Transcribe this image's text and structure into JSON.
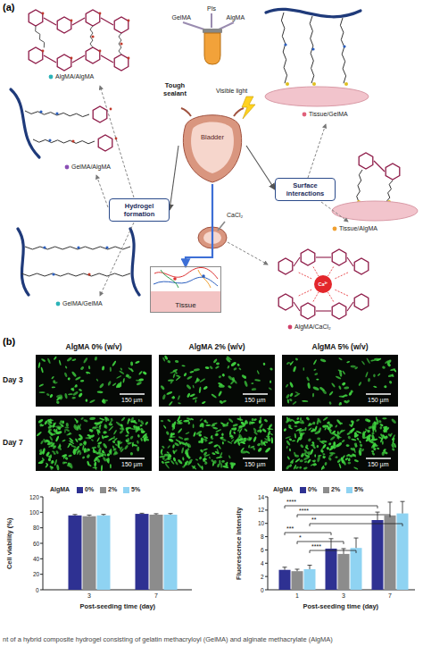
{
  "diagram": {
    "caption": "nt of a hybrid composite hydrogel consisting of gelatin methacryloyl (GelMA) and alginate methacrylate (AlgMA)",
    "nodes": [
      {
        "text": [
          "Hydrogel formation"
        ]
      },
      {
        "text": [
          "Surface interactions"
        ]
      },
      {
        "text": [
          "Bladder"
        ]
      },
      {
        "text": [
          "Tissue"
        ]
      }
    ],
    "edges": [
      {
        "from": 2,
        "to": 0,
        "arrow": "to"
      },
      {
        "from": 2,
        "to": 1,
        "arrow": "to"
      },
      {
        "from": 2,
        "to": 3,
        "arrow": "to"
      }
    ],
    "labels": [
      "(a)",
      "GelMA",
      "PIs",
      "AlgMA",
      "Tough sealant",
      "Visible light",
      "AlgMA/AlgMA",
      "GelMA/AlgMA",
      "Tissue/GelMA",
      "Tissue/AlgMA",
      "GelMA/GelMA",
      "CaCl₂",
      "AlgMA/CaCl₂",
      "Ca²⁺",
      "(b)",
      "AlgMA 0% (w/v)",
      "AlgMA 2% (w/v)",
      "AlgMA 5% (w/v)",
      "Day 3",
      "Day 7",
      "150 µm",
      "150 µm",
      "150 µm",
      "150 µm",
      "150 µm",
      "150 µm",
      "AlgMA",
      "Cell viability (%)",
      "0",
      "20",
      "40",
      "60",
      "80",
      "100",
      "120",
      "3",
      "7",
      "Post-seeding time (day)",
      "AlgMA",
      "Fluorescence intensity",
      "0",
      "2",
      "4",
      "6",
      "8",
      "10",
      "12",
      "14",
      "1",
      "3",
      "7",
      "Post-seeding time (day)",
      "****",
      "****",
      "**",
      "***",
      "*",
      "****"
    ],
    "legend": [
      {
        "text": "0%",
        "color": "#2e3192"
      },
      {
        "text": "2%",
        "color": "#8c8c8c"
      },
      {
        "text": "5%",
        "color": "#8fd3f2"
      },
      {
        "text": "0%",
        "color": "#2e3192"
      },
      {
        "text": "2%",
        "color": "#8c8c8c"
      },
      {
        "text": "5%",
        "color": "#8fd3f2"
      }
    ]
  }
}
